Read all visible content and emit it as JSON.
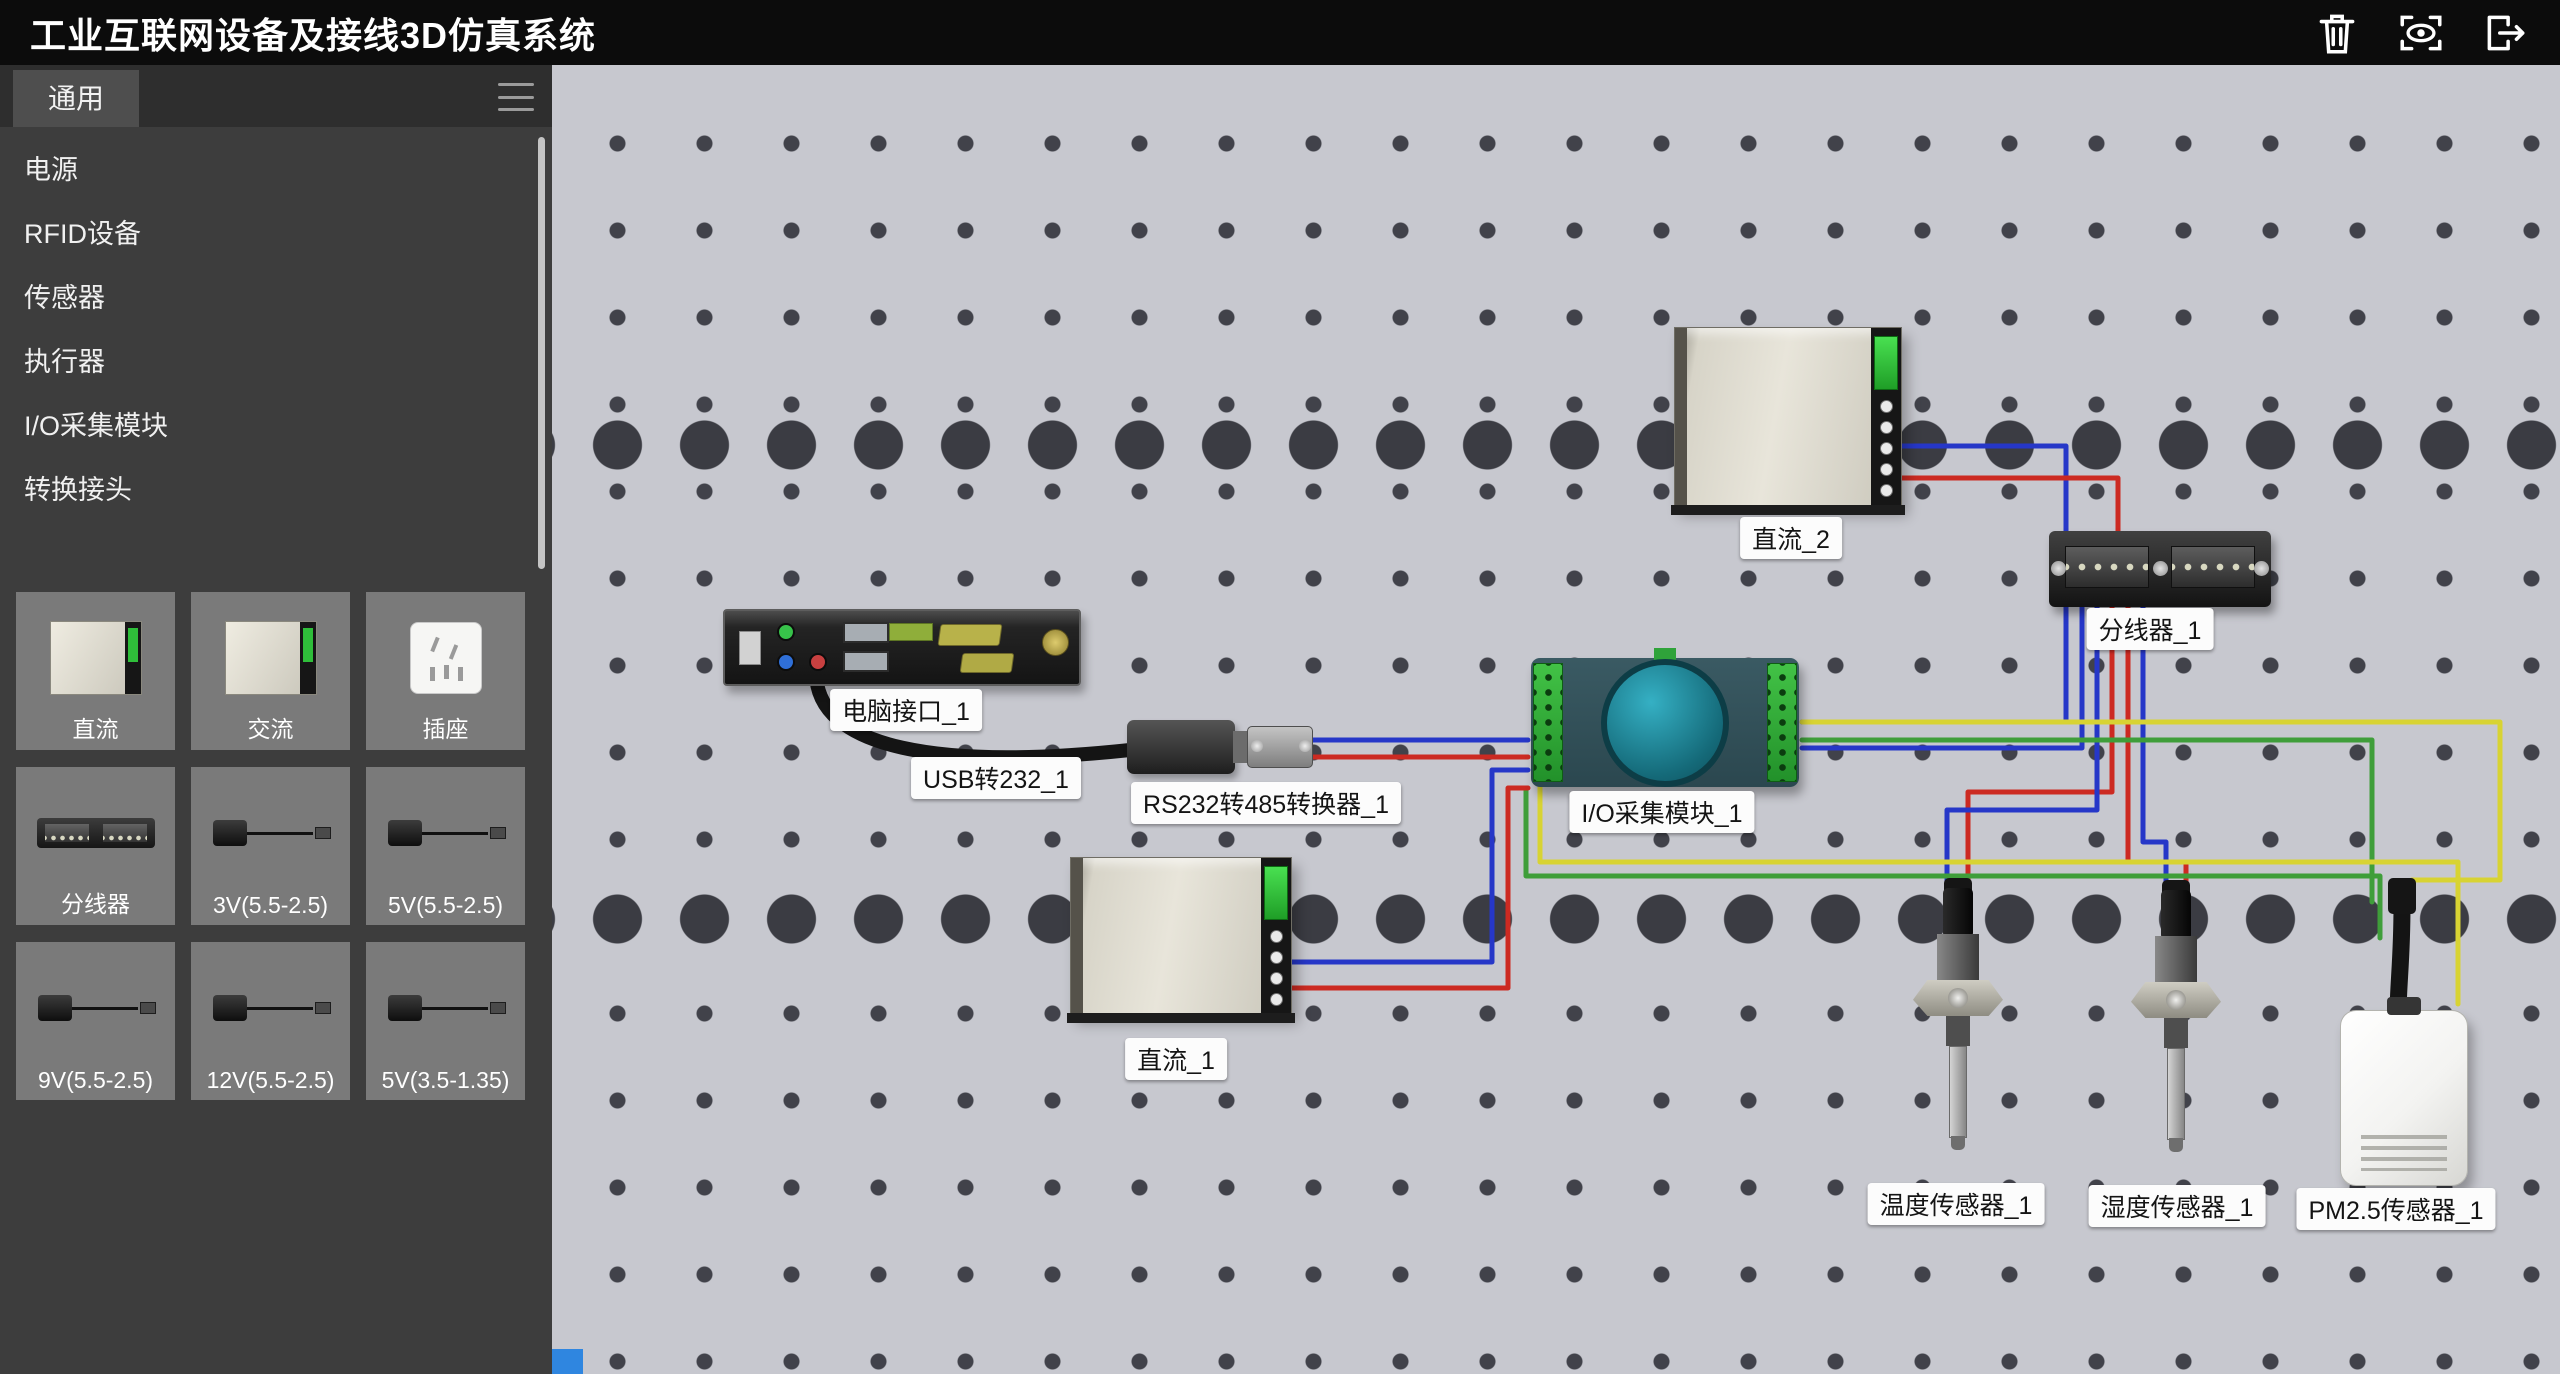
{
  "app": {
    "title": "工业互联网设备及接线3D仿真系统"
  },
  "toolbar": {
    "icons": [
      {
        "name": "delete",
        "glyph": "trash-icon"
      },
      {
        "name": "view",
        "glyph": "eye-icon"
      },
      {
        "name": "exit",
        "glyph": "exit-icon"
      }
    ]
  },
  "sidebar": {
    "tab": "通用",
    "categories": [
      "电源",
      "RFID设备",
      "传感器",
      "执行器",
      "I/O采集模块",
      "转换接头"
    ],
    "tiles": [
      {
        "label": "直流",
        "type": "psu"
      },
      {
        "label": "交流",
        "type": "psu"
      },
      {
        "label": "插座",
        "type": "socket"
      },
      {
        "label": "分线器",
        "type": "splitter"
      },
      {
        "label": "3V(5.5-2.5)",
        "type": "adapter"
      },
      {
        "label": "5V(5.5-2.5)",
        "type": "adapter"
      },
      {
        "label": "9V(5.5-2.5)",
        "type": "adapter"
      },
      {
        "label": "12V(5.5-2.5)",
        "type": "adapter"
      },
      {
        "label": "5V(3.5-1.35)",
        "type": "adapter"
      }
    ]
  },
  "canvas": {
    "devices": [
      {
        "label": "直流_2"
      },
      {
        "label": "分线器_1"
      },
      {
        "label": "电脑接口_1"
      },
      {
        "label": "USB转232_1"
      },
      {
        "label": "RS232转485转换器_1"
      },
      {
        "label": "I/O采集模块_1"
      },
      {
        "label": "直流_1"
      },
      {
        "label": "温度传感器_1"
      },
      {
        "label": "湿度传感器_1"
      },
      {
        "label": "PM2.5传感器_1"
      }
    ],
    "wire_colors": {
      "red": "#cc2a22",
      "blue": "#2637c8",
      "green": "#3f9e3a",
      "yellow": "#d8d333",
      "black": "#141414"
    }
  }
}
